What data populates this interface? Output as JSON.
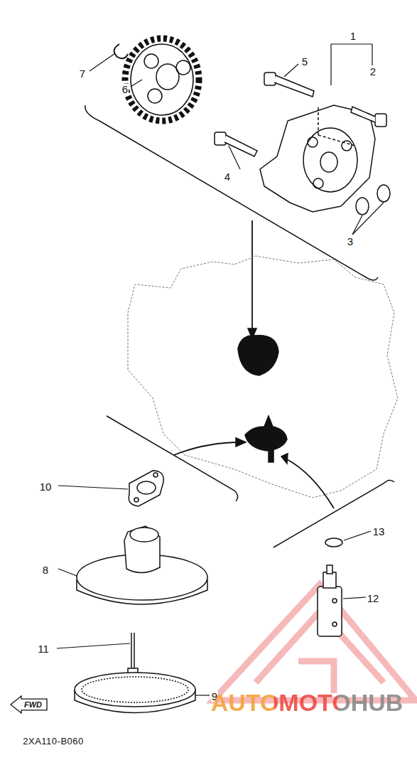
{
  "diagram": {
    "nodes": [
      {
        "text": [
          "FWD"
        ]
      }
    ],
    "labels": [
      "1",
      "2",
      "3",
      "4",
      "5",
      "6",
      "7",
      "8",
      "9",
      "10",
      "11",
      "12",
      "13",
      "2XA110-B060",
      "AUTOMOTOHUB"
    ]
  }
}
